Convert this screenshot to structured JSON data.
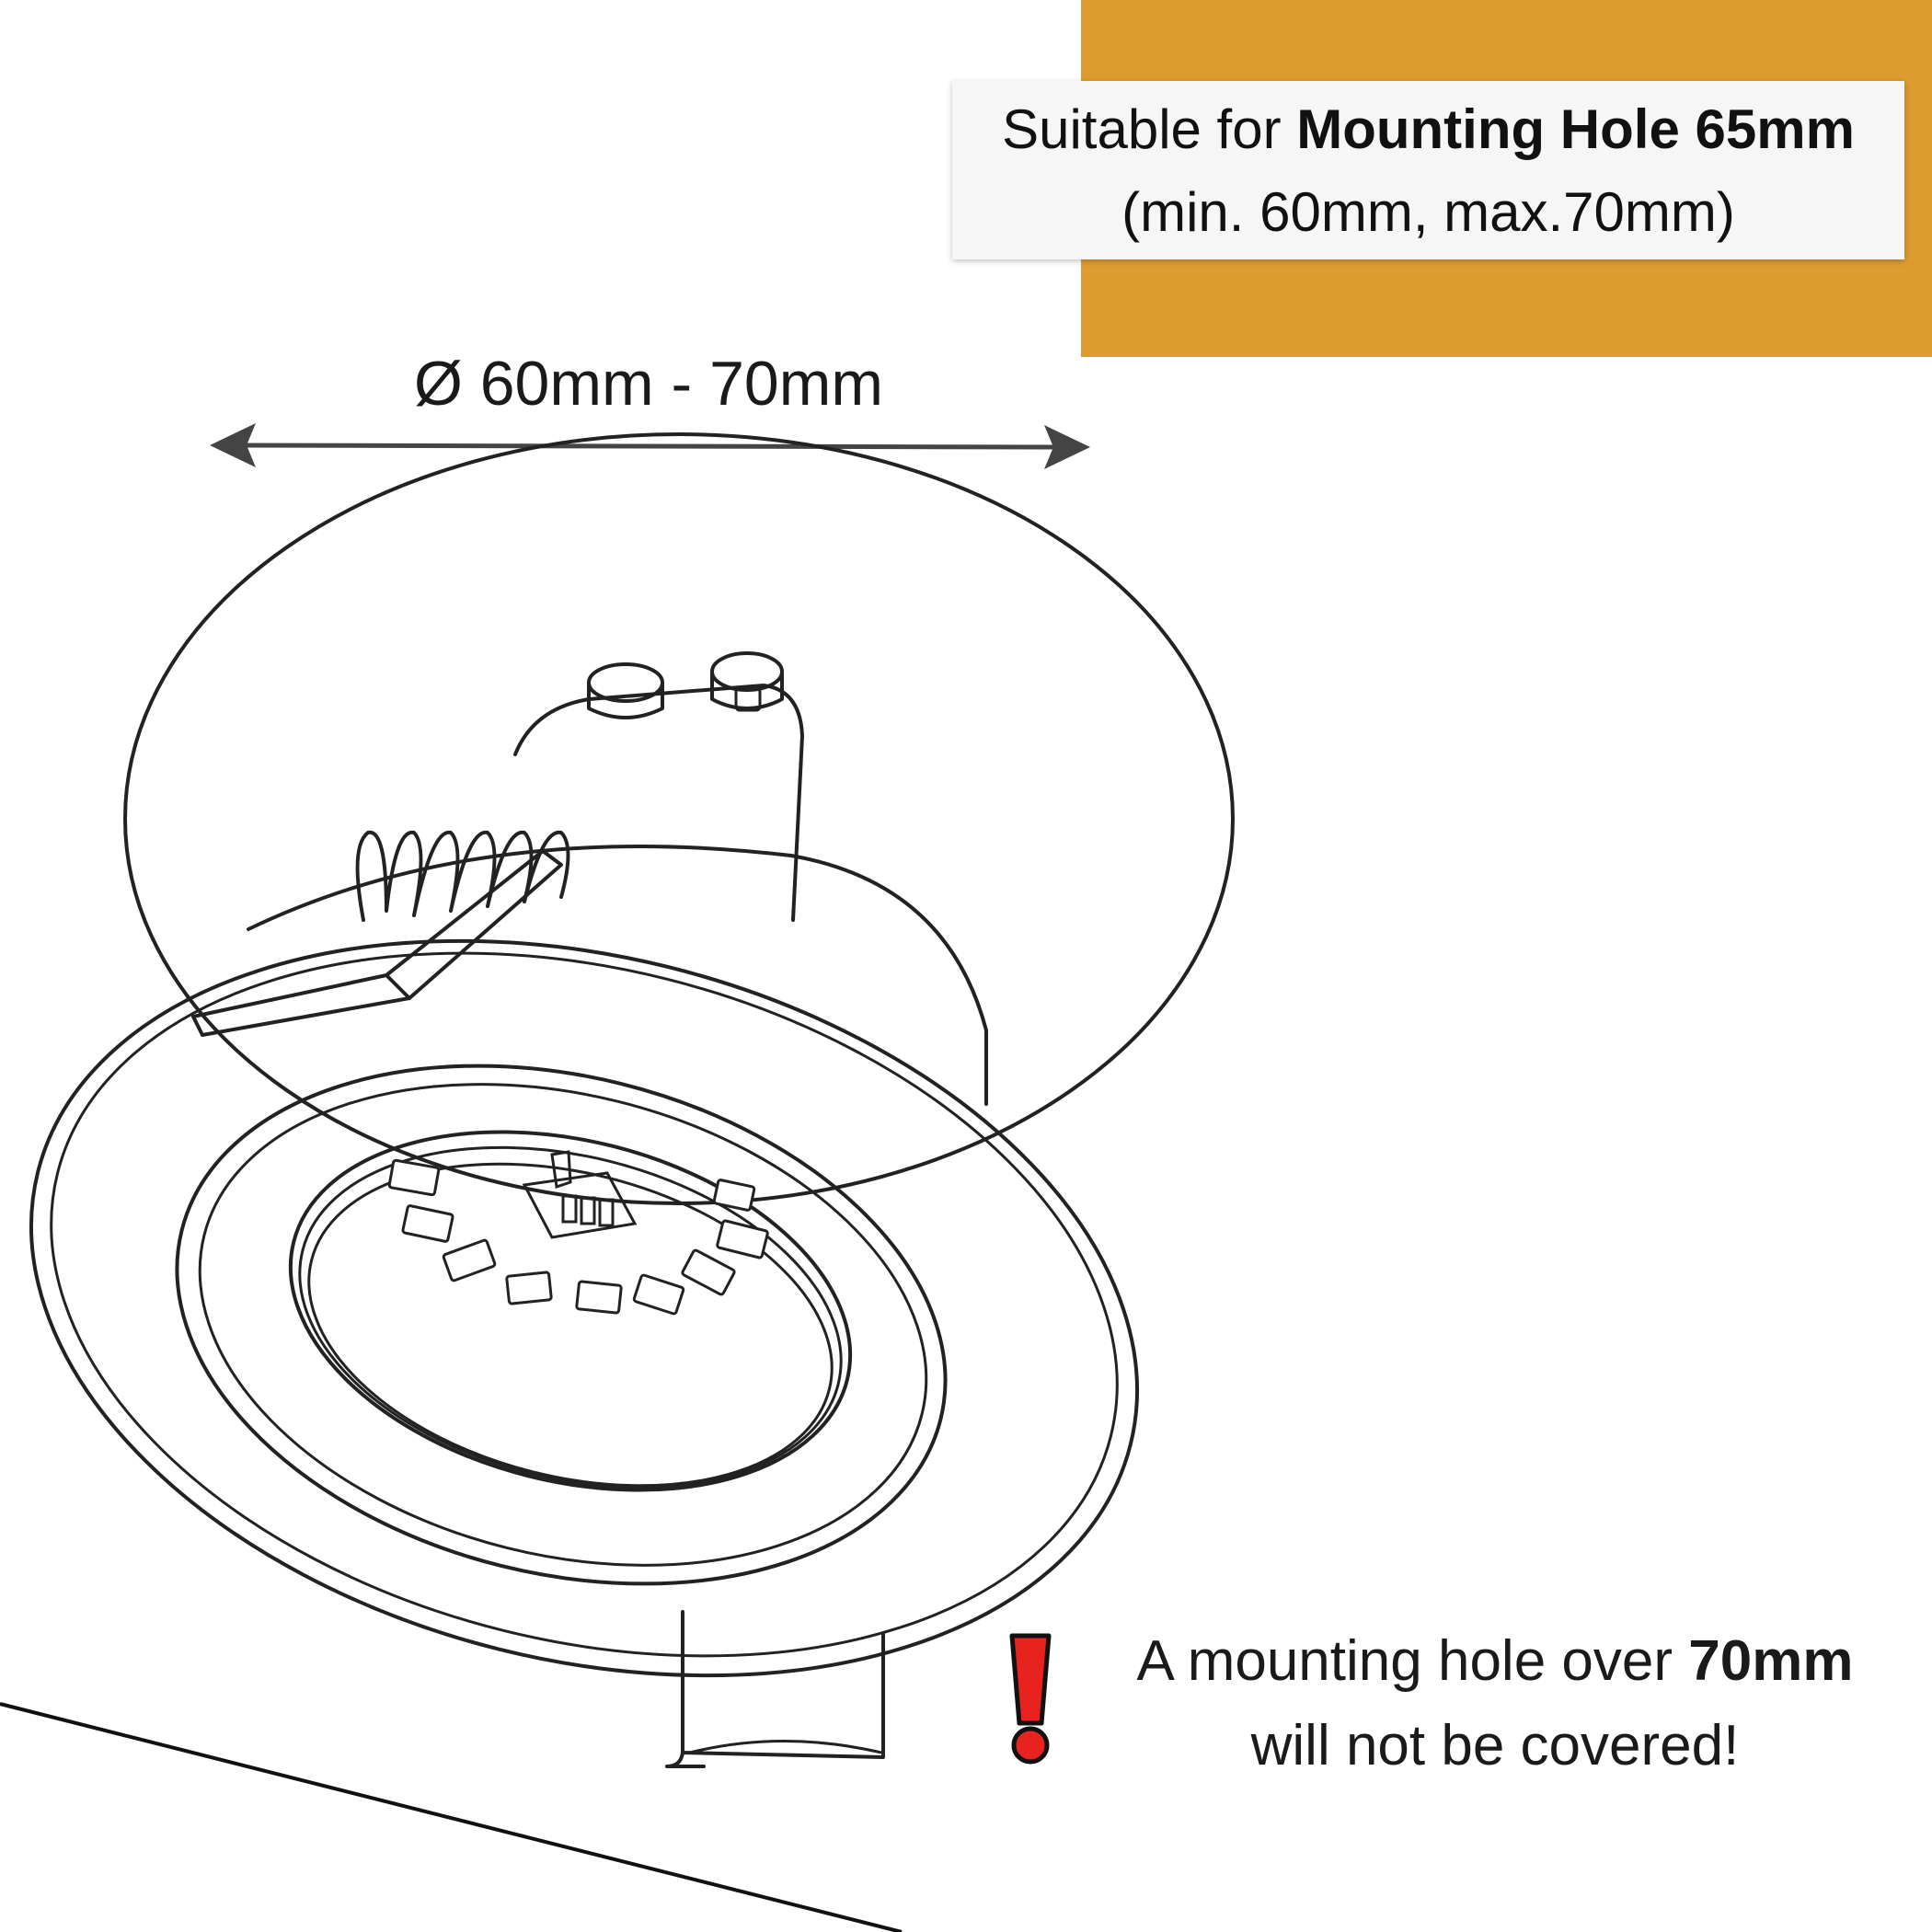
{
  "info": {
    "line1_prefix": "Suitable for ",
    "line1_bold": "Mounting Hole 65mm",
    "line2": "(min. 60mm, max.70mm)"
  },
  "dimension_label": "Ø 60mm - 70mm",
  "warning": {
    "prefix": "A mounting hole over ",
    "bold": "70mm",
    "line2": "will not be covered!"
  },
  "colors": {
    "accent": "#dd9c30",
    "warning_red": "#e8231f"
  }
}
